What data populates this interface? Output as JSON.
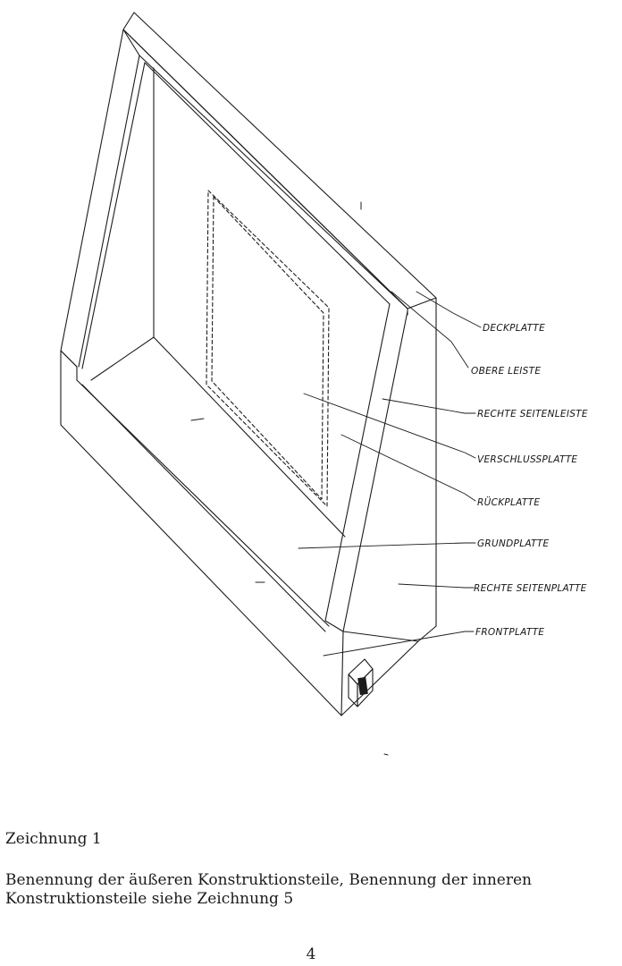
{
  "drawing": {
    "labels": {
      "deckplatte": "DECKPLATTE",
      "obere_leiste": "OBERE LEISTE",
      "rechte_seitenleiste": "RECHTE SEITENLEISTE",
      "verschlussplatte": "VERSCHLUSSPLATTE",
      "rueckplatte": "RÜCKPLATTE",
      "grundplatte": "GRUNDPLATTE",
      "rechte_seitenplatte": "RECHTE SEITENPLATTE",
      "frontplatte": "FRONTPLATTE"
    }
  },
  "caption": {
    "title": "Zeichnung 1",
    "text_line1": "Benennung der äußeren Konstruktionsteile, Benennung der inneren",
    "text_line2": "Konstruktionsteile siehe Zeichnung 5"
  },
  "page_number": "4"
}
